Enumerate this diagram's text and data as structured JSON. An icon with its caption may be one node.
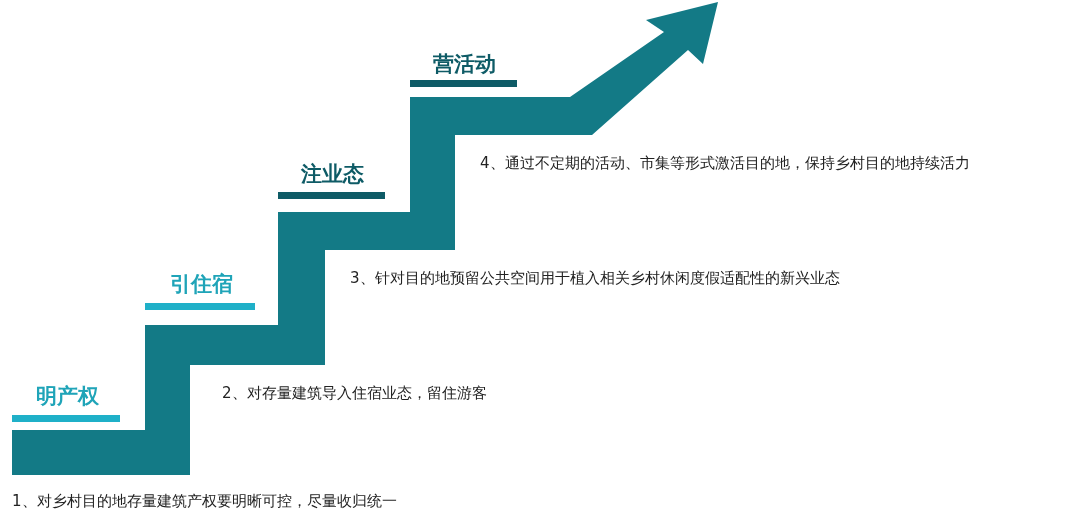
{
  "diagram": {
    "labels": [
      "明产权",
      "1、对乡村目的地存量建筑产权要明晰可控，尽量收归统一",
      "引住宿",
      "2、对存量建筑导入住宿业态，留住游客",
      "注业态",
      "3、针对目的地预留公共空间用于植入相关乡村休闲度假适配性的新兴业态",
      "营活动",
      "4、通过不定期的活动、市集等形式激活目的地，保持乡村目的地持续活力"
    ]
  }
}
